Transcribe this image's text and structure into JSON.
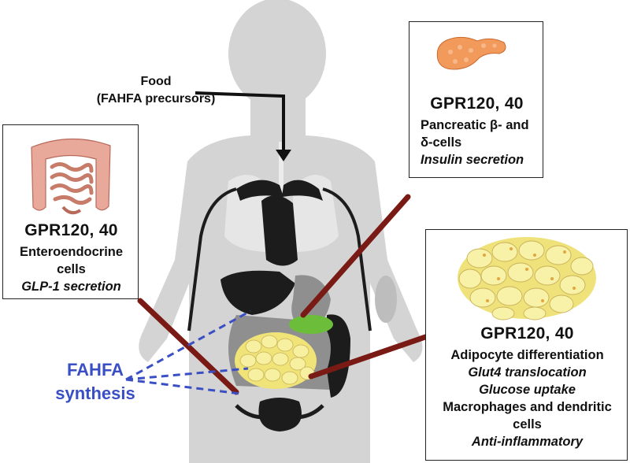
{
  "food_label": {
    "line1": "Food",
    "line2": "(FAHFA precursors)"
  },
  "fahfa_label": {
    "line1": "FAHFA",
    "line2": "synthesis",
    "color": "#3a4fc4"
  },
  "pancreas_box": {
    "title": "GPR120, 40",
    "line1": "Pancreatic β- and",
    "line2": "δ-cells",
    "line3": "Insulin secretion",
    "icon": "pancreas-icon"
  },
  "intestine_box": {
    "title": "GPR120, 40",
    "line1": "Enteroendocrine",
    "line2": "cells",
    "line3": "GLP-1 secretion",
    "icon": "intestine-icon"
  },
  "adipose_box": {
    "title": "GPR120, 40",
    "line1": "Adipocyte differentiation",
    "line2": "Glut4 translocation",
    "line3": "Glucose uptake",
    "line4": "Macrophages and dendritic",
    "line5": "cells",
    "line6": "Anti-inflammatory",
    "icon": "adipose-tissue-icon"
  },
  "colors": {
    "body": "#d4d4d4",
    "organs_dark": "#1c1c1c",
    "organs_gray": "#8f8f8f",
    "connector": "#7a1a14",
    "fahfa_dash": "#3a4fc4",
    "pancreas": "#f29a5c",
    "intestine": "#e8a89a",
    "fat_cell": "#f7f0a0",
    "green_organ": "#6bbd3a"
  }
}
